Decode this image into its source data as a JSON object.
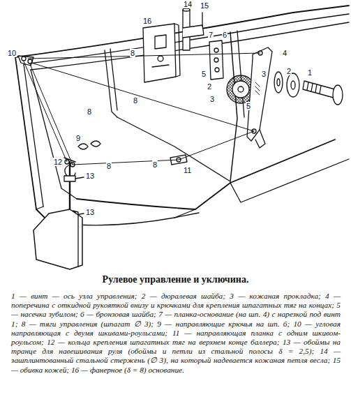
{
  "diagram": {
    "title": "Рулевое управление и уключина.",
    "caption": "1 — винт — ось узла управления; 2 — дюралевая шайба; 3 — кожаная прокладка; 4 — поперечина с откидной рукояткой внизу и крючками для крепления шпагатных тяг на концах; 5 — насечка зубилом; 6 — бронзовая шайба; 7 — планка-основание (на шп. 4) с нарезкой под винт 1; 8 — тяги управления (шпагат ∅ 3); 9 — направляющие крючья на шп. 6; 10 — угловая направляющая с двумя шкивами-роульсами; 11 — направляющая планка с одним шкивом-роульсом; 12 — кольца крепления шпагатных тяг на верхнем конце баллера; 13 — обоймы на транце для навешивания руля (обоймы и петли из стальной полосы δ = 2,5); 14 — зашплинтованный стальной стержень (∅ 3), на который надевается кожаная петля весла; 15 — обивка кожей; 16 — фанерное (δ = 8) основание.",
    "labels": [
      "14",
      "15",
      "16",
      "7",
      "6",
      "4",
      "5",
      "3",
      "2",
      "1",
      "5",
      "2",
      "3",
      "8",
      "8",
      "8",
      "8",
      "8",
      "10",
      "9",
      "12",
      "13",
      "11",
      "13"
    ]
  }
}
